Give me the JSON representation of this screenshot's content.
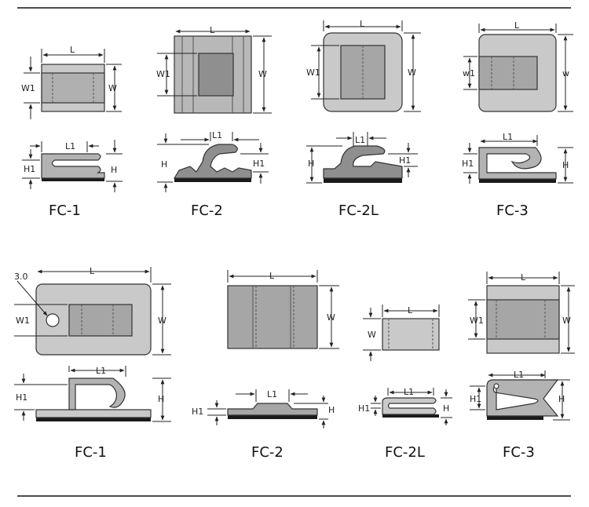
{
  "labels": {
    "L": "L",
    "L1": "L1",
    "W": "W",
    "W1": "W1",
    "w": "w",
    "w1": "w1",
    "H": "H",
    "H1": "H1",
    "hole": "3.0"
  },
  "models": {
    "r1c1": "FC-1",
    "r1c2": "FC-2",
    "r1c3": "FC-2L",
    "r1c4": "FC-3",
    "r2c1": "FC-1",
    "r2c2": "FC-2",
    "r2c3": "FC-2L",
    "r2c4": "FC-3"
  },
  "colors": {
    "body_gray": "#b3b3b3",
    "light_gray": "#c9c9c9",
    "dark_gray": "#8e8e8e",
    "adhesive": "#1a1a1a"
  }
}
